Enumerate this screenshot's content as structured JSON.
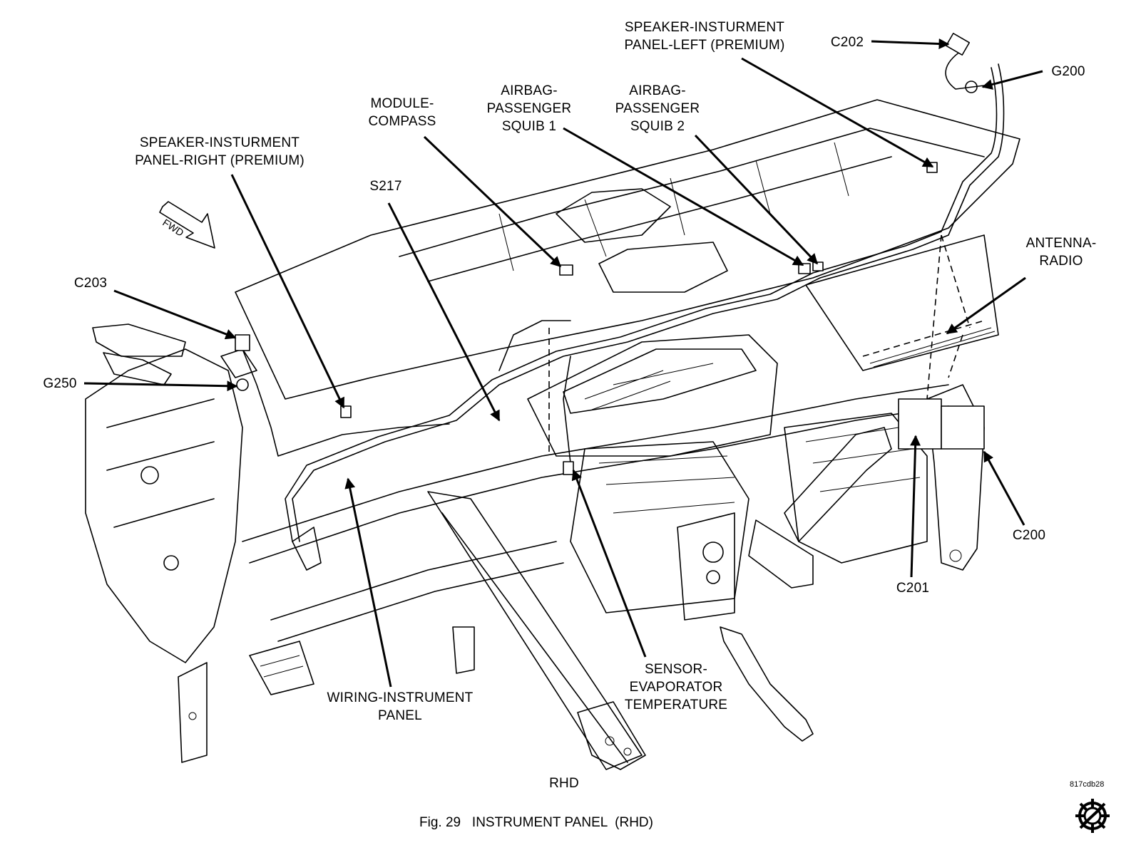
{
  "diagram": {
    "figure_caption": "Fig. 29   INSTRUMENT PANEL  (RHD)",
    "view_label": "RHD",
    "drawing_code": "817cdb28",
    "direction_indicator": "FWD",
    "callouts": {
      "speaker_left": "SPEAKER-INSTURMENT\nPANEL-LEFT (PREMIUM)",
      "c202": "C202",
      "g200": "G200",
      "airbag_squib_2": "AIRBAG-\nPASSENGER\nSQUIB 2",
      "airbag_squib_1": "AIRBAG-\nPASSENGER\nSQUIB 1",
      "module_compass": "MODULE-\nCOMPASS",
      "speaker_right": "SPEAKER-INSTURMENT\nPANEL-RIGHT (PREMIUM)",
      "s217": "S217",
      "c203": "C203",
      "g250": "G250",
      "antenna_radio": "ANTENNA-\nRADIO",
      "c200": "C200",
      "c201": "C201",
      "sensor_evap": "SENSOR-\nEVAPORATOR\nTEMPERATURE",
      "wiring_ip": "WIRING-INSTRUMENT\nPANEL"
    }
  }
}
